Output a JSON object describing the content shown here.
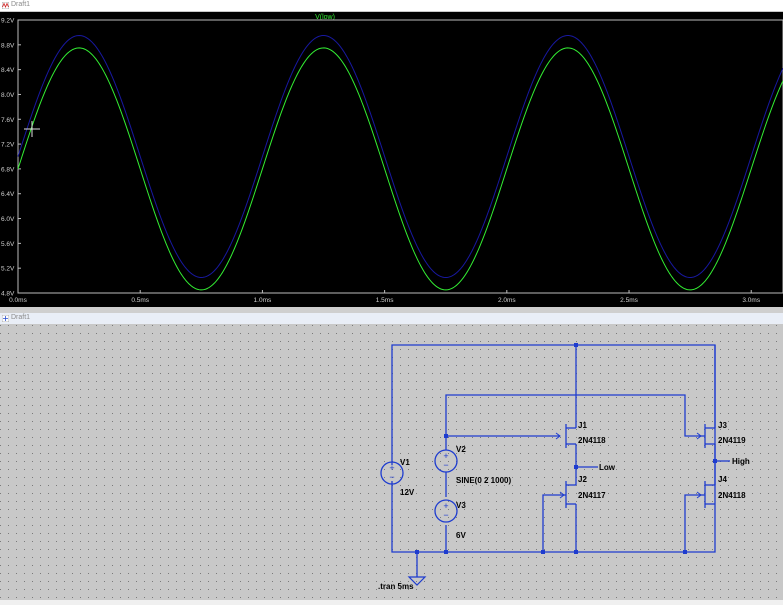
{
  "plot_window": {
    "title": "Draft1"
  },
  "schematic_window": {
    "title": "Draft1"
  },
  "colors": {
    "trace": "#33ee33",
    "trace2": "#1818a0",
    "plot_bg": "#000000",
    "axis_text": "#d0d0d0",
    "wire": "#1e3ccf",
    "sheet": "#c8c8c8"
  },
  "chart_data": {
    "type": "line",
    "title": "V(low)",
    "xlabel": "",
    "ylabel": "",
    "xlim": [
      0.0,
      3.13
    ],
    "ylim": [
      4.8,
      9.2
    ],
    "x_ticks": [
      "0.0ms",
      "0.5ms",
      "1.0ms",
      "1.5ms",
      "2.0ms",
      "2.5ms",
      "3.0ms"
    ],
    "y_ticks": [
      "4.8V",
      "5.2V",
      "5.6V",
      "6.0V",
      "6.4V",
      "6.8V",
      "7.2V",
      "7.6V",
      "8.0V",
      "8.4V",
      "8.8V",
      "9.2V"
    ],
    "series": [
      {
        "name": "V(low)",
        "color": "#33ee33",
        "offset": 6.8,
        "amplitude": 1.95,
        "freq_khz": 1.0
      },
      {
        "color": "#1818a0",
        "offset": 7.0,
        "amplitude": 1.95,
        "freq_khz": 1.0
      }
    ],
    "grid": false
  },
  "schematic": {
    "v1": {
      "name": "V1",
      "value": "12V"
    },
    "v2": {
      "name": "V2",
      "value": "SINE(0 2 1000)"
    },
    "v3": {
      "name": "V3",
      "value": "6V"
    },
    "j1": {
      "name": "J1",
      "model": "2N4118"
    },
    "j2": {
      "name": "J2",
      "model": "2N4117"
    },
    "j3": {
      "name": "J3",
      "model": "2N4119"
    },
    "j4": {
      "name": "J4",
      "model": "2N4118"
    },
    "net_low": "Low",
    "net_high": "High",
    "directive": ".tran 5ms"
  }
}
